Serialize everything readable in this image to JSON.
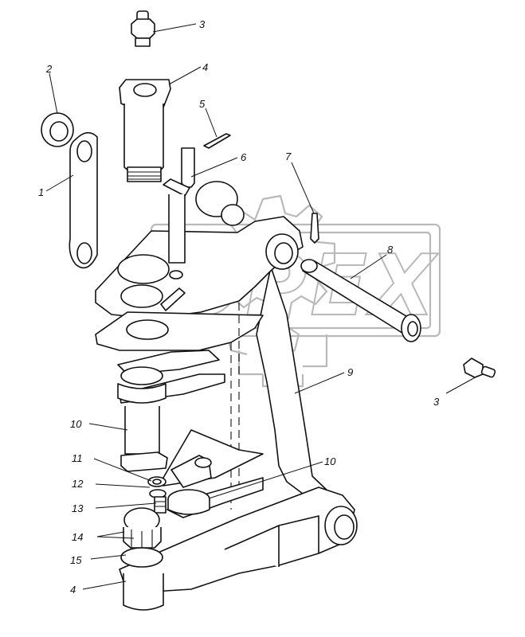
{
  "watermark": {
    "text": "OPEX",
    "color": "#b9b9b9"
  },
  "line_color": "#111111",
  "callouts": [
    {
      "id": "c3a",
      "label": "3"
    },
    {
      "id": "c4a",
      "label": "4"
    },
    {
      "id": "c2",
      "label": "2"
    },
    {
      "id": "c5",
      "label": "5"
    },
    {
      "id": "c1",
      "label": "1"
    },
    {
      "id": "c6",
      "label": "6"
    },
    {
      "id": "c7",
      "label": "7"
    },
    {
      "id": "c8",
      "label": "8"
    },
    {
      "id": "c9",
      "label": "9"
    },
    {
      "id": "c3b",
      "label": "3"
    },
    {
      "id": "c10a",
      "label": "10"
    },
    {
      "id": "c11",
      "label": "11"
    },
    {
      "id": "c10b",
      "label": "10"
    },
    {
      "id": "c12",
      "label": "12"
    },
    {
      "id": "c13",
      "label": "13"
    },
    {
      "id": "c14",
      "label": "14"
    },
    {
      "id": "c15",
      "label": "15"
    },
    {
      "id": "c4b",
      "label": "4"
    }
  ]
}
